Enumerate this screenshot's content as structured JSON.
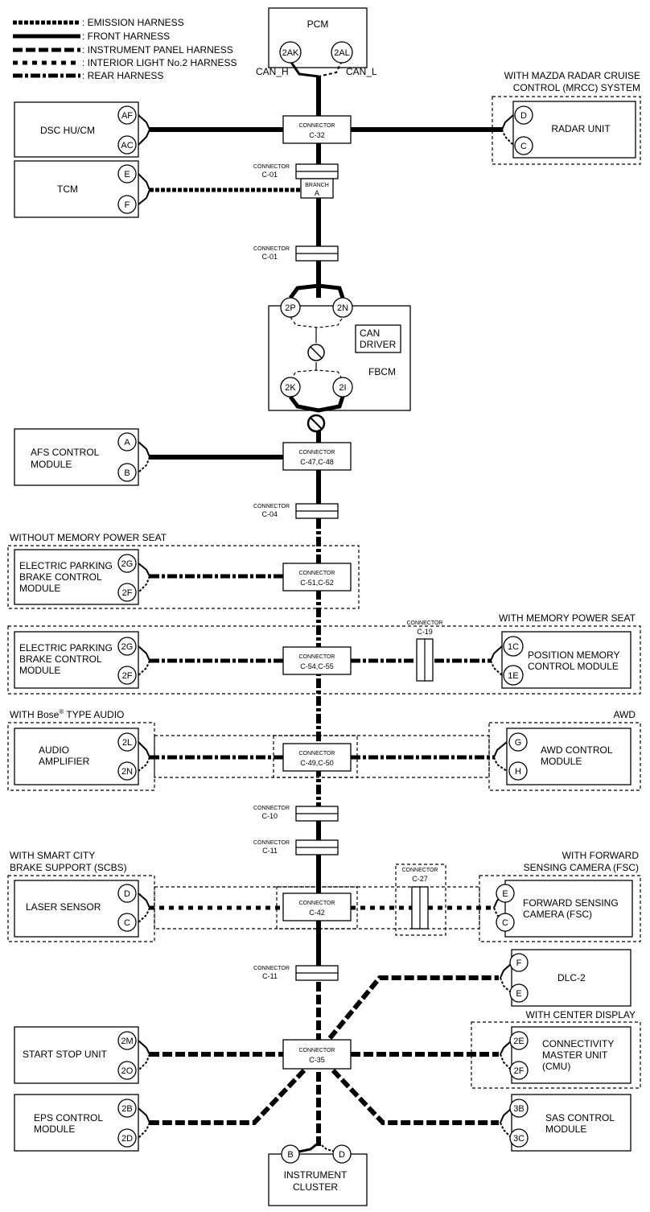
{
  "legend": [
    {
      "key": "emission",
      "label": ": EMISSION HARNESS"
    },
    {
      "key": "front",
      "label": ": FRONT HARNESS"
    },
    {
      "key": "instrument",
      "label": ": INSTRUMENT PANEL HARNESS"
    },
    {
      "key": "interior",
      "label": ": INTERIOR LIGHT No.2 HARNESS"
    },
    {
      "key": "rear",
      "label": ": REAR HARNESS"
    }
  ],
  "modules": {
    "pcm": {
      "name": "PCM",
      "pins": [
        "2AK",
        "2AL"
      ],
      "can_h": "CAN_H",
      "can_l": "CAN_L"
    },
    "dsc": {
      "lines": [
        "DSC HU/CM"
      ],
      "pins": [
        "AF",
        "AC"
      ]
    },
    "radar": {
      "lines": [
        "RADAR UNIT"
      ],
      "pins": [
        "D",
        "C"
      ],
      "cond": [
        "WITH MAZDA RADAR CRUISE",
        "CONTROL (MRCC) SYSTEM"
      ]
    },
    "tcm": {
      "lines": [
        "TCM"
      ],
      "pins": [
        "E",
        "F"
      ]
    },
    "fbcm": {
      "name": "FBCM",
      "pins": [
        "2P",
        "2N",
        "2K",
        "2I"
      ],
      "driver": [
        "CAN",
        "DRIVER"
      ]
    },
    "afs": {
      "lines": [
        "AFS CONTROL",
        "MODULE"
      ],
      "pins": [
        "A",
        "B"
      ]
    },
    "epb1": {
      "lines": [
        "ELECTRIC PARKING",
        "BRAKE CONTROL",
        "MODULE"
      ],
      "pins": [
        "2G",
        "2F"
      ],
      "cond": "WITHOUT MEMORY POWER SEAT"
    },
    "epb2": {
      "lines": [
        "ELECTRIC PARKING",
        "BRAKE CONTROL",
        "MODULE"
      ],
      "pins": [
        "2G",
        "2F"
      ]
    },
    "pmcm": {
      "lines": [
        "POSITION MEMORY",
        "CONTROL MODULE"
      ],
      "pins": [
        "1C",
        "1E"
      ],
      "cond": "WITH MEMORY POWER SEAT"
    },
    "audio": {
      "lines": [
        "AUDIO",
        "AMPLIFIER"
      ],
      "pins": [
        "2L",
        "2N"
      ],
      "cond_prefix": "WITH Bose",
      "cond_sup": "®",
      "cond_suffix": " TYPE AUDIO"
    },
    "awd": {
      "lines": [
        "AWD CONTROL",
        "MODULE"
      ],
      "pins": [
        "G",
        "H"
      ],
      "cond": "AWD"
    },
    "laser": {
      "lines": [
        "LASER SENSOR"
      ],
      "pins": [
        "D",
        "C"
      ],
      "cond": [
        "WITH SMART CITY",
        "BRAKE SUPPORT (SCBS)"
      ]
    },
    "fsc": {
      "lines": [
        "FORWARD SENSING",
        "CAMERA (FSC)"
      ],
      "pins": [
        "E",
        "C"
      ],
      "cond": [
        "WITH FORWARD",
        "SENSING CAMERA (FSC)"
      ]
    },
    "dlc": {
      "lines": [
        "DLC-2"
      ],
      "pins": [
        "F",
        "E"
      ]
    },
    "cmu": {
      "lines": [
        "CONNECTIVITY",
        "MASTER UNIT",
        "(CMU)"
      ],
      "pins": [
        "2E",
        "2F"
      ],
      "cond": "WITH CENTER DISPLAY"
    },
    "ssu": {
      "lines": [
        "START STOP UNIT"
      ],
      "pins": [
        "2M",
        "2O"
      ]
    },
    "eps": {
      "lines": [
        "EPS CONTROL",
        "MODULE"
      ],
      "pins": [
        "2B",
        "2D"
      ]
    },
    "sas": {
      "lines": [
        "SAS CONTROL",
        "MODULE"
      ],
      "pins": [
        "3B",
        "3C"
      ]
    },
    "cluster": {
      "lines": [
        "INSTRUMENT",
        "CLUSTER"
      ],
      "pins": [
        "B",
        "D"
      ]
    }
  },
  "connectors": {
    "c32": {
      "label": "CONNECTOR",
      "name": "C-32"
    },
    "c01a": {
      "label": "CONNECTOR",
      "name": "C-01"
    },
    "branch": {
      "label": "BRANCH",
      "name": "A"
    },
    "c01b": {
      "label": "CONNECTOR",
      "name": "C-01"
    },
    "c4748": {
      "label": "CONNECTOR",
      "name": "C-47,C-48"
    },
    "c04": {
      "label": "CONNECTOR",
      "name": "C-04"
    },
    "c5152": {
      "label": "CONNECTOR",
      "name": "C-51,C-52"
    },
    "c5455": {
      "label": "CONNECTOR",
      "name": "C-54,C-55"
    },
    "c19": {
      "label": "CONNECTOR",
      "name": "C-19"
    },
    "c4950": {
      "label": "CONNECTOR",
      "name": "C-49,C-50"
    },
    "c10": {
      "label": "CONNECTOR",
      "name": "C-10"
    },
    "c11a": {
      "label": "CONNECTOR",
      "name": "C-11"
    },
    "c42": {
      "label": "CONNECTOR",
      "name": "C-42"
    },
    "c27": {
      "label": "CONNECTOR",
      "name": "C-27"
    },
    "c11b": {
      "label": "CONNECTOR",
      "name": "C-11"
    },
    "c35": {
      "label": "CONNECTOR",
      "name": "C-35"
    }
  }
}
